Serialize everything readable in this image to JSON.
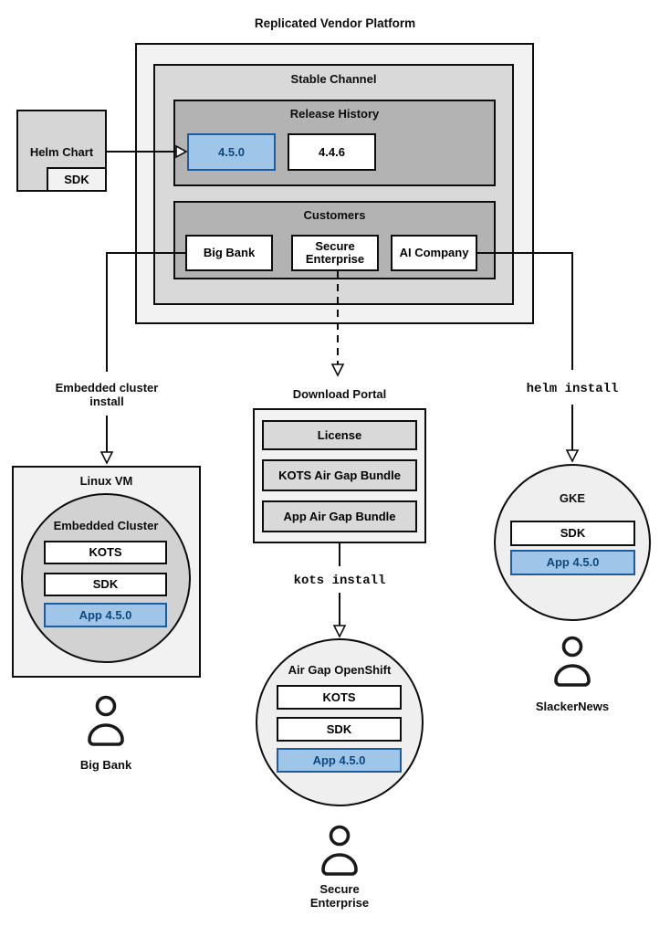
{
  "title": "Replicated Vendor Platform",
  "colors": {
    "highlight_fill": "#9fc5e8",
    "highlight_border": "#1f5c9d",
    "highlight_text": "#0f477c",
    "gray_light": "#f2f2f2",
    "gray_mid": "#d9d9d9",
    "gray_dark": "#b3b3b3"
  },
  "platform": {
    "stable_channel_label": "Stable Channel",
    "release_history": {
      "label": "Release History",
      "releases": [
        {
          "version": "4.5.0",
          "highlighted": true
        },
        {
          "version": "4.4.6",
          "highlighted": false
        }
      ]
    },
    "customers": {
      "label": "Customers",
      "items": [
        {
          "name": "Big Bank"
        },
        {
          "name": "Secure Enterprise"
        },
        {
          "name": "AI Company"
        }
      ]
    }
  },
  "helm_chart": {
    "label": "Helm Chart",
    "sdk_label": "SDK"
  },
  "edges": {
    "embedded_cluster_install": "Embedded cluster install",
    "helm_install": "helm install",
    "kots_install": "kots install"
  },
  "download_portal": {
    "label": "Download Portal",
    "items": [
      {
        "name": "License"
      },
      {
        "name": "KOTS Air Gap Bundle"
      },
      {
        "name": "App Air Gap Bundle"
      }
    ]
  },
  "linux_vm": {
    "label": "Linux VM",
    "cluster_label": "Embedded Cluster",
    "components": [
      {
        "name": "KOTS",
        "highlighted": false
      },
      {
        "name": "SDK",
        "highlighted": false
      },
      {
        "name": "App 4.5.0",
        "highlighted": true
      }
    ]
  },
  "air_gap_openshift": {
    "label": "Air Gap OpenShift",
    "components": [
      {
        "name": "KOTS",
        "highlighted": false
      },
      {
        "name": "SDK",
        "highlighted": false
      },
      {
        "name": "App 4.5.0",
        "highlighted": true
      }
    ]
  },
  "gke": {
    "label": "GKE",
    "components": [
      {
        "name": "SDK",
        "highlighted": false
      },
      {
        "name": "App 4.5.0",
        "highlighted": true
      }
    ]
  },
  "users": [
    {
      "name": "Big Bank"
    },
    {
      "name": "Secure Enterprise"
    },
    {
      "name": "SlackerNews"
    }
  ]
}
